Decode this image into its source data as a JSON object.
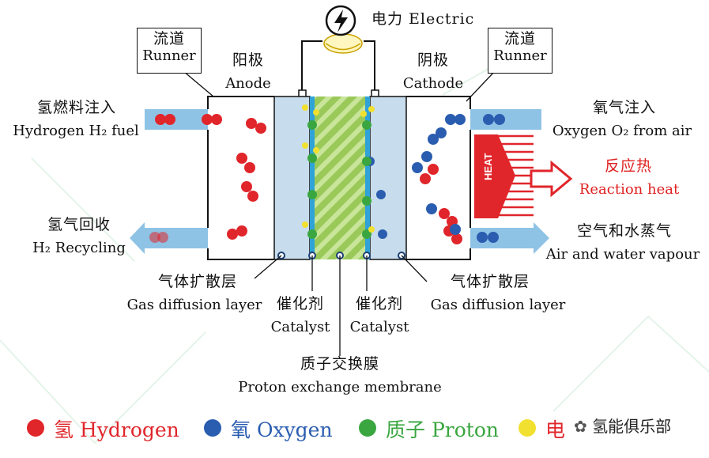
{
  "power": {
    "label": "电力 Electric",
    "icon": "lightning-bolt-icon"
  },
  "runner_left": {
    "zh": "流道",
    "en": "Runner"
  },
  "runner_right": {
    "zh": "流道",
    "en": "Runner"
  },
  "anode": {
    "zh": "阳极",
    "en": "Anode"
  },
  "cathode": {
    "zh": "阴极",
    "en": "Cathode"
  },
  "h2_in": {
    "zh": "氢燃料注入",
    "en": "Hydrogen H₂ fuel"
  },
  "o2_in": {
    "zh": "氧气注入",
    "en": "Oxygen O₂ from air"
  },
  "h2_out": {
    "zh": "氢气回收",
    "en": "H₂ Recycling"
  },
  "air_out": {
    "zh": "空气和水蒸气",
    "en": "Air and water vapour"
  },
  "heat": {
    "badge": "HEAT",
    "zh": "反应热",
    "en": "Reaction heat"
  },
  "gdl_left": {
    "zh": "气体扩散层",
    "en": "Gas diffusion layer"
  },
  "gdl_right": {
    "zh": "气体扩散层",
    "en": "Gas diffusion layer"
  },
  "catalyst_left": {
    "zh": "催化剂",
    "en": "Catalyst"
  },
  "catalyst_right": {
    "zh": "催化剂",
    "en": "Catalyst"
  },
  "pem": {
    "zh": "质子交换膜",
    "en": "Proton exchange membrane"
  },
  "legend": [
    {
      "label": "氢 Hydrogen",
      "color": "#e0262b"
    },
    {
      "label": "氧 Oxygen",
      "color": "#2a5db0"
    },
    {
      "label": "质子 Proton",
      "color": "#3aa640"
    },
    {
      "label": "电",
      "color": "#f2e030"
    }
  ],
  "watermark": "氢能俱乐部",
  "colors": {
    "hydrogen": "#e0262b",
    "oxygen": "#2a5db0",
    "proton": "#3aa640",
    "electron": "#f2e030",
    "pipe": "#8fc3e6",
    "membrane": "#9ac95a",
    "heat": "#e0262b",
    "gdl": "#c7dcec"
  }
}
